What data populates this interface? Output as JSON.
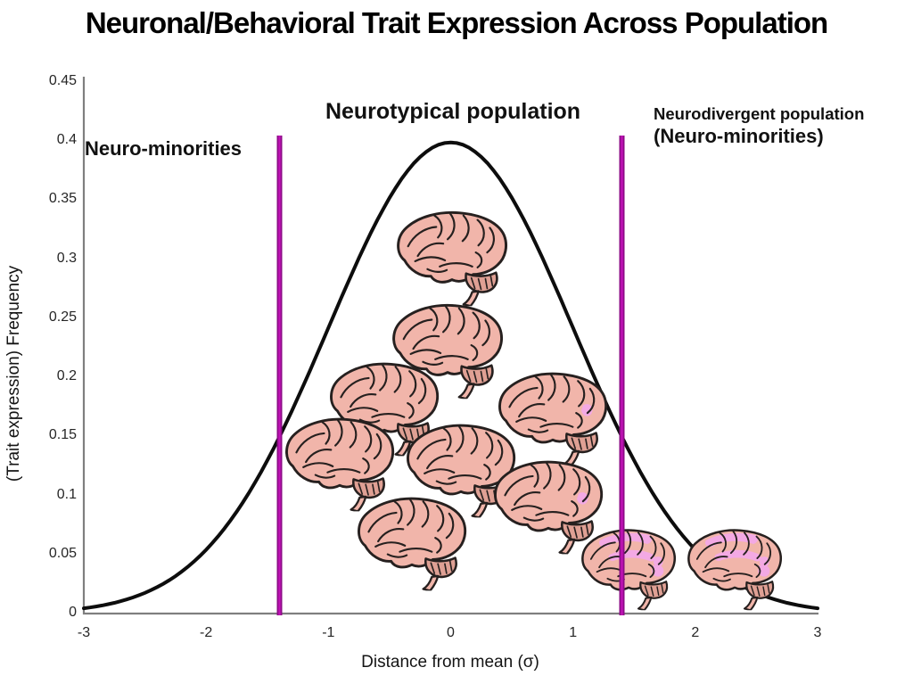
{
  "title": "Neuronal/Behavioral Trait Expression Across Population",
  "chart_data": {
    "type": "line",
    "title": "Neuronal/Behavioral Trait Expression Across Population",
    "xlabel": "Distance from mean (σ)",
    "ylabel": "(Trait expression) Frequency",
    "xlim": [
      -3,
      3
    ],
    "ylim": [
      0,
      0.45
    ],
    "grid": false,
    "legend": "none",
    "x_ticks": [
      "-3",
      "-2",
      "-1",
      "0",
      "1",
      "2",
      "3"
    ],
    "y_ticks": [
      "0",
      "0.05",
      "0.1",
      "0.15",
      "0.2",
      "0.25",
      "0.3",
      "0.35",
      "0.4",
      "0.45"
    ],
    "curve": {
      "name": "standard normal distribution (bell curve)",
      "mean": 0,
      "sd": 1,
      "peak": 0.3989,
      "points": [
        [
          -3,
          0.004
        ],
        [
          -2.5,
          0.018
        ],
        [
          -2,
          0.054
        ],
        [
          -1.5,
          0.13
        ],
        [
          -1,
          0.242
        ],
        [
          -0.5,
          0.352
        ],
        [
          0,
          0.399
        ],
        [
          0.5,
          0.352
        ],
        [
          1,
          0.242
        ],
        [
          1.5,
          0.13
        ],
        [
          2,
          0.054
        ],
        [
          2.5,
          0.018
        ],
        [
          3,
          0.004
        ]
      ]
    },
    "thresholds": [
      {
        "x": -1.4,
        "meaning": "lower boundary: neuro-minorities / neurotypical population"
      },
      {
        "x": 1.4,
        "meaning": "upper boundary: neurotypical / neurodivergent population"
      }
    ],
    "annotations": {
      "left": {
        "text": "Neuro-minorities"
      },
      "center": {
        "text": "Neurotypical population"
      },
      "right": {
        "line1": "Neurodivergent population",
        "line2": "(Neuro-minorities)"
      }
    },
    "brains": [
      {
        "cx": 507,
        "cy": 288,
        "w": 138,
        "variant": "typical"
      },
      {
        "cx": 502,
        "cy": 392,
        "w": 138,
        "variant": "typical"
      },
      {
        "cx": 431,
        "cy": 457,
        "w": 136,
        "variant": "typical"
      },
      {
        "cx": 620,
        "cy": 468,
        "w": 136,
        "variant": "highlight-small"
      },
      {
        "cx": 381,
        "cy": 519,
        "w": 136,
        "variant": "typical"
      },
      {
        "cx": 517,
        "cy": 526,
        "w": 136,
        "variant": "typical"
      },
      {
        "cx": 615,
        "cy": 567,
        "w": 136,
        "variant": "highlight-small"
      },
      {
        "cx": 462,
        "cy": 608,
        "w": 136,
        "variant": "typical"
      },
      {
        "cx": 705,
        "cy": 637,
        "w": 118,
        "variant": "highlight-large"
      },
      {
        "cx": 824,
        "cy": 637,
        "w": 118,
        "variant": "highlight-large"
      }
    ],
    "brain_variants_meaning": {
      "typical": "plain pink brain (neurotypical individual)",
      "highlight-small": "brain with small pink-highlighted region",
      "highlight-large": "brain with large pink-highlighted gyri (neurodivergent individual)"
    }
  },
  "colors": {
    "curve": "#0d0d0d",
    "axis": "#7f7f7f",
    "text": "#141414",
    "threshold_line": "#8d0b87",
    "threshold_core": "#c012b6",
    "brain_base": "#f1b5aa",
    "brain_cerebellum": "#dfa094",
    "brain_outline": "#26201f",
    "brain_highlight": "#f3a9e4"
  }
}
